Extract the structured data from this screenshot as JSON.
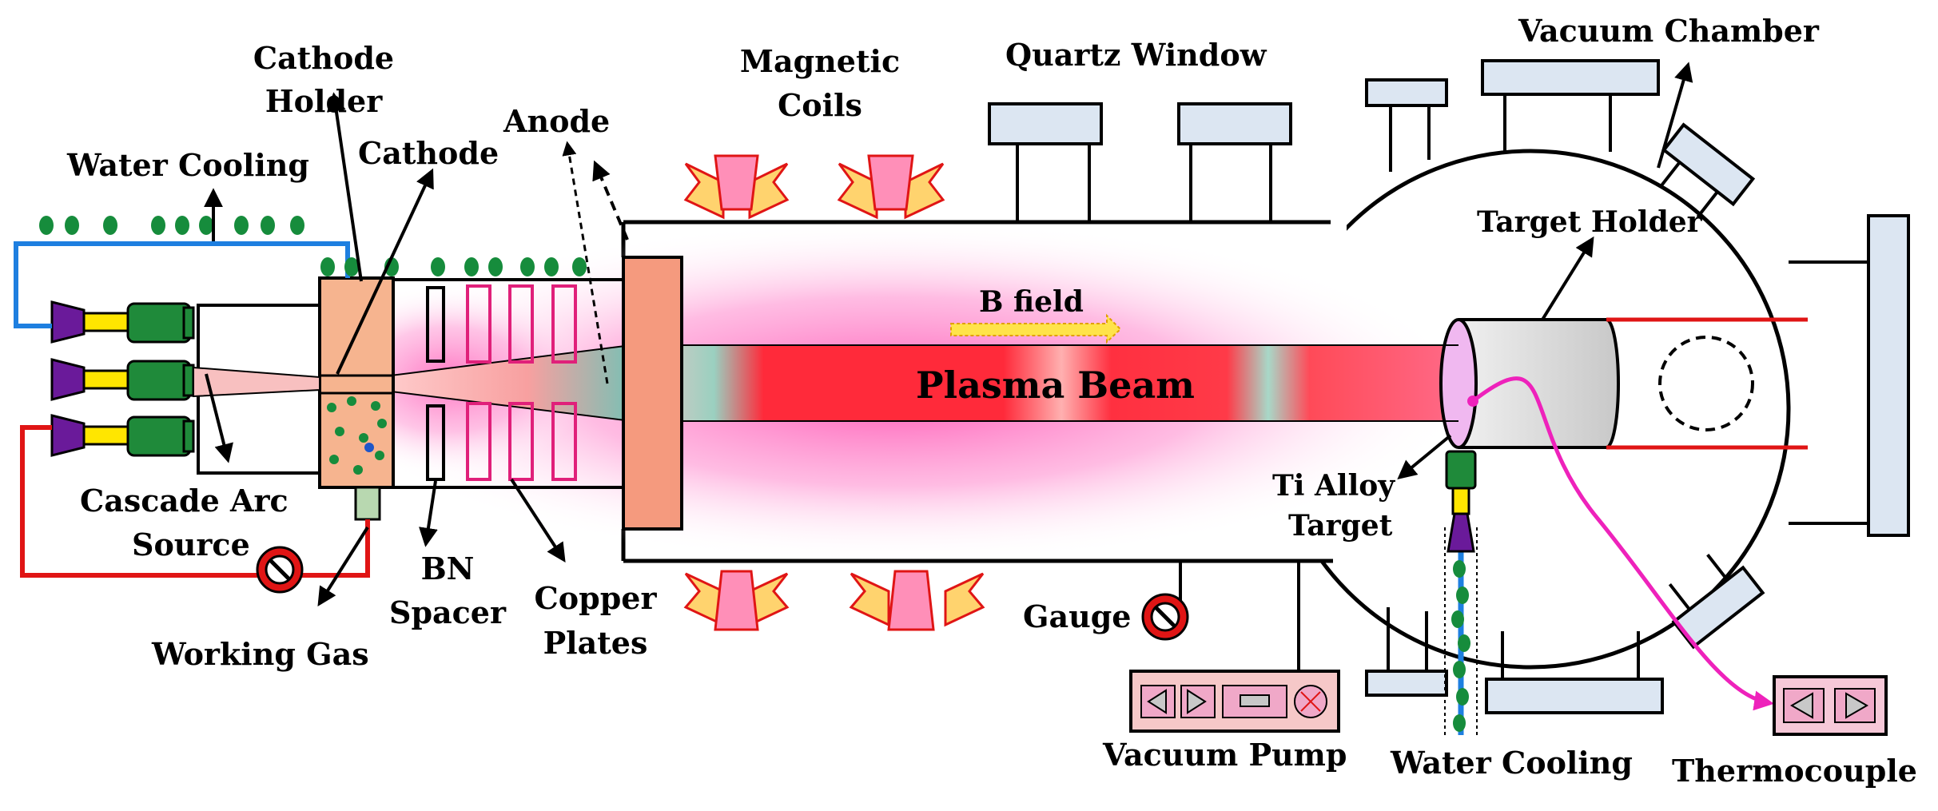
{
  "labels": {
    "cathode_holder_1": "Cathode",
    "cathode_holder_2": "Holder",
    "water_cooling_left": "Water Cooling",
    "cathode": "Cathode",
    "anode": "Anode",
    "magnetic_coils_1": "Magnetic",
    "magnetic_coils_2": "Coils",
    "quartz_window": "Quartz Window",
    "vacuum_chamber": "Vacuum Chamber",
    "target_holder": "Target Holder",
    "b_field": "B field",
    "plasma_beam": "Plasma Beam",
    "ti_alloy_1": "Ti Alloy",
    "ti_alloy_2": "Target",
    "cascade_arc_1": "Cascade Arc",
    "cascade_arc_2": "Source",
    "working_gas": "Working Gas",
    "bn_spacer_1": "BN",
    "bn_spacer_2": "Spacer",
    "copper_plates_1": "Copper",
    "copper_plates_2": "Plates",
    "gauge": "Gauge",
    "vacuum_pump": "Vacuum Pump",
    "water_cooling_bottom": "Water Cooling",
    "thermocouple": "Thermocouple"
  },
  "colors": {
    "plasma_core": "#ff2a3a",
    "plasma_glow": "#ff66cc",
    "cathode_holder": "#f6b48f",
    "anode": "#f59a7e",
    "coil_body": "#ff8fb8",
    "coil_fins": "#ffd36e",
    "window_fill": "#dce6f2",
    "water_line": "#1e7fe0",
    "gas_line": "#e01515",
    "water_drop": "#168c3c",
    "source_green": "#1f8a3a",
    "source_purple": "#6a1a9a",
    "source_yellow": "#ffe600",
    "thermocouple_wire": "#ee22bb",
    "b_field_arrow": "#ffe34a"
  },
  "icons": [
    "valve-icon",
    "pump-control-icon",
    "thermocouple-display-icon"
  ]
}
